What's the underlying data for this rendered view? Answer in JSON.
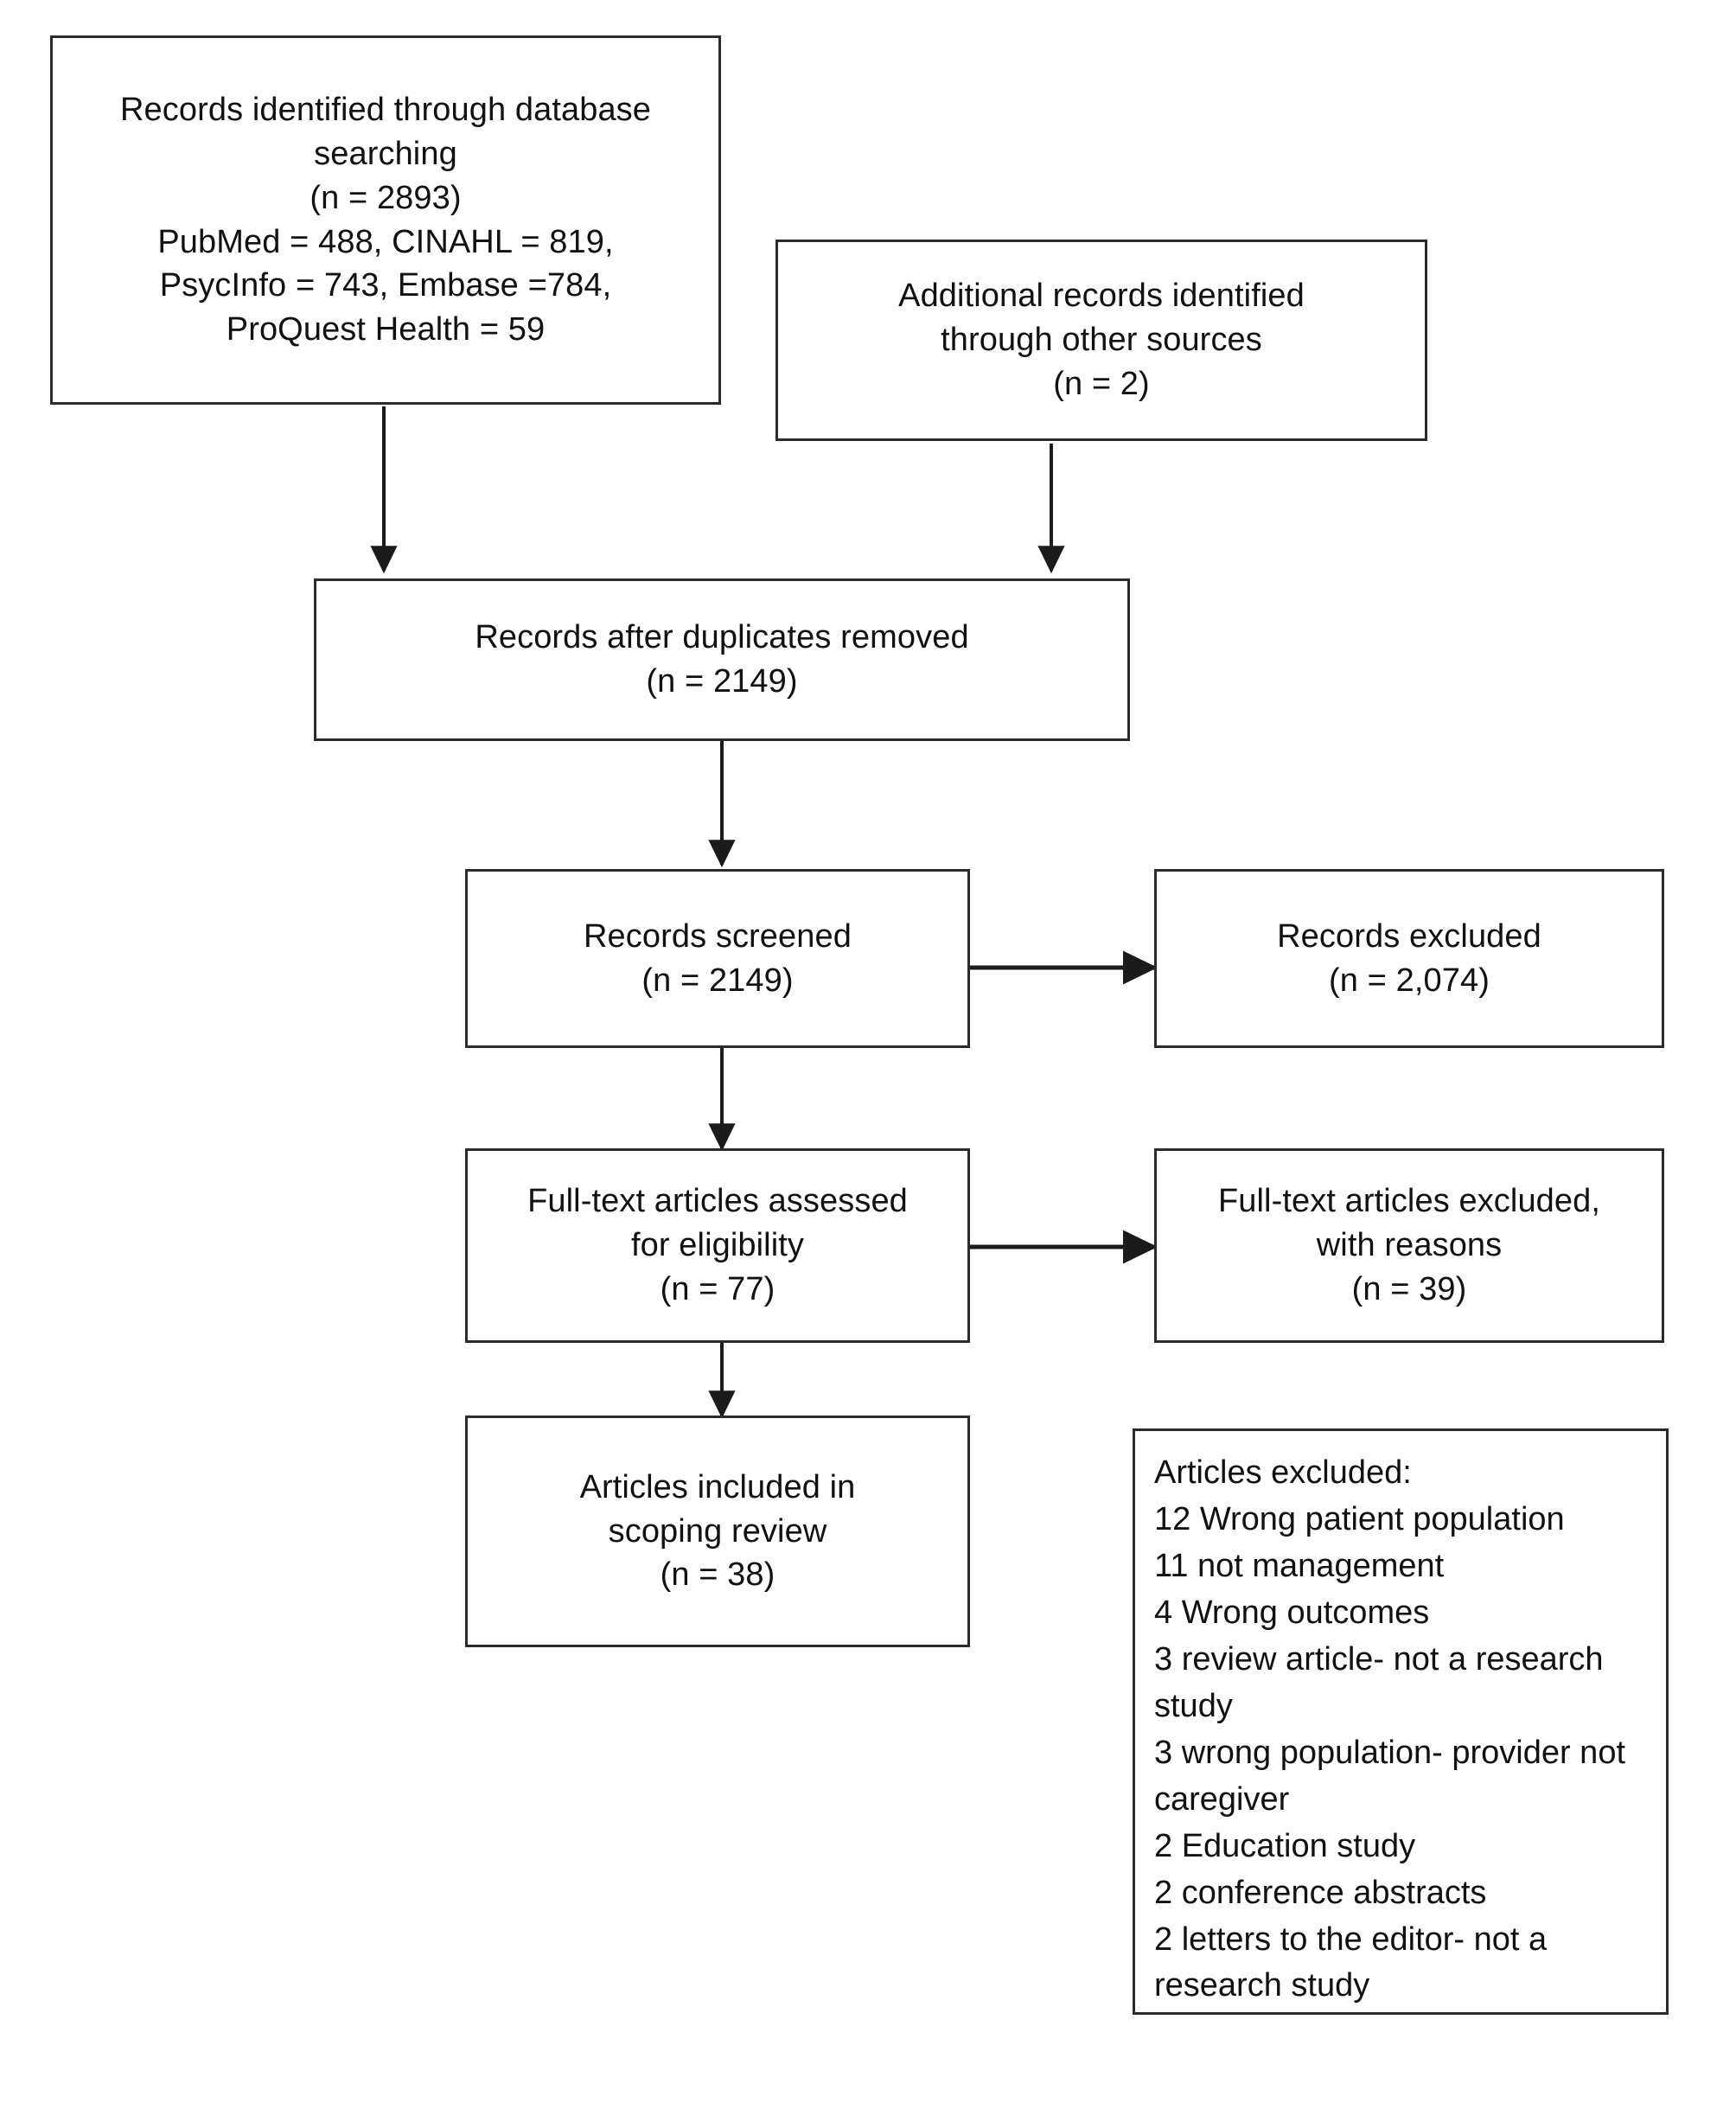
{
  "diagram": {
    "title": "PRISMA flow diagram",
    "line_color": "#2b2b2b",
    "text_color": "#111111",
    "background": "#ffffff"
  },
  "nodes": {
    "database_records": {
      "name": "Records identified through database searching",
      "lines": [
        "Records identified through database",
        "searching",
        "(n = 2893)",
        "PubMed = 488, CINAHL = 819,",
        "PsycInfo = 743, Embase =784,",
        "ProQuest Health = 59"
      ]
    },
    "other_records": {
      "name": "Additional records identified through other sources",
      "lines": [
        "Additional records identified",
        "through other sources",
        "(n = 2)"
      ]
    },
    "duplicates_removed": {
      "name": "Records after duplicates removed",
      "lines": [
        "Records after duplicates removed",
        "(n = 2149)"
      ]
    },
    "records_screened": {
      "name": "Records screened",
      "lines": [
        "Records screened",
        "(n = 2149)"
      ]
    },
    "records_excluded": {
      "name": "Records excluded",
      "lines": [
        "Records excluded",
        "(n = 2,074)"
      ]
    },
    "fulltext_assessed": {
      "name": "Full-text articles assessed for eligibility",
      "lines": [
        "Full-text articles assessed",
        "for eligibility",
        "(n = 77)"
      ]
    },
    "fulltext_excluded": {
      "name": "Full-text articles excluded, with reasons",
      "lines": [
        "Full-text articles excluded,",
        "with reasons",
        "(n = 39)"
      ]
    },
    "articles_included": {
      "name": "Articles included in scoping review",
      "lines": [
        "Articles included in",
        "scoping review",
        "(n = 38)"
      ]
    },
    "exclusion_reasons": {
      "heading": "Articles excluded:",
      "lines": [
        "12 Wrong patient population",
        "11 not management",
        "4 Wrong outcomes",
        "3 review article- not a research study",
        "3 wrong population- provider not caregiver",
        "2 Education study",
        "2 conference abstracts",
        "2 letters to the editor- not a research study"
      ]
    }
  },
  "counts": {
    "database_total": 2893,
    "pubmed": 488,
    "cinahl": 819,
    "psycinfo": 743,
    "embase": 784,
    "proquest_health": 59,
    "other_sources": 2,
    "after_duplicates": 2149,
    "screened": 2149,
    "records_excluded": 2074,
    "fulltext_assessed": 77,
    "fulltext_excluded": 39,
    "included": 38,
    "reason_wrong_patient_population": 12,
    "reason_not_management": 11,
    "reason_wrong_outcomes": 4,
    "reason_review_article": 3,
    "reason_wrong_population_provider": 3,
    "reason_education_study": 2,
    "reason_conference_abstracts": 2,
    "reason_letters_to_editor": 2
  }
}
